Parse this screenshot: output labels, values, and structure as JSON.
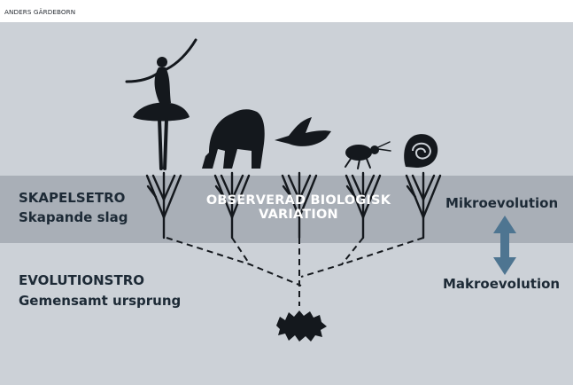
{
  "header": {
    "author": "ANDERS GÄRDEBORN"
  },
  "labels": {
    "creation_theory": "SKAPELSETRO",
    "created_kinds": "Skapande slag",
    "observed_line1": "OBSERVERAD BIOLOGISK",
    "observed_line2": "VARIATION",
    "microevolution": "Mikroevolution",
    "evolution_theory": "EVOLUTIONSTRO",
    "common_origin": "Gemensamt ursprung",
    "macroevolution": "Makroevolution"
  },
  "organisms": [
    "ballerina-silhouette",
    "gorilla-silhouette",
    "bird-silhouette",
    "beetle-silhouette",
    "snail-shell-silhouette",
    "microbe-silhouette"
  ],
  "colors": {
    "panel": "#ccd1d7",
    "band": "#a9afb7",
    "text": "#1d2a36",
    "silhouette": "#14181d",
    "arrow": "#4e7591"
  }
}
